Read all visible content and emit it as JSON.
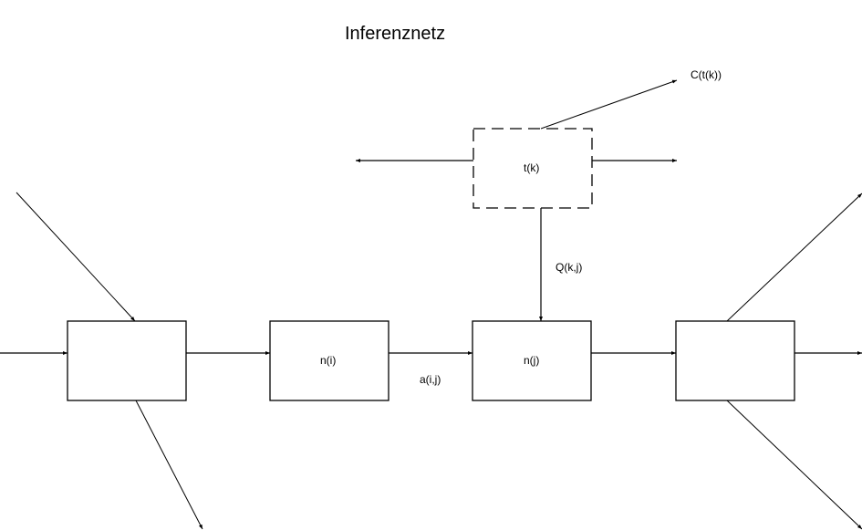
{
  "title": "Inferenznetz",
  "nodes": {
    "left": "",
    "n_i": "n(i)",
    "n_j": "n(j)",
    "right": "",
    "t_k": "t(k)"
  },
  "edge_labels": {
    "a_ij": "a(i,j)",
    "q_kj": "Q(k,j)",
    "c_tk": "C(t(k))"
  },
  "colors": {
    "stroke": "#000000",
    "background": "#ffffff"
  }
}
